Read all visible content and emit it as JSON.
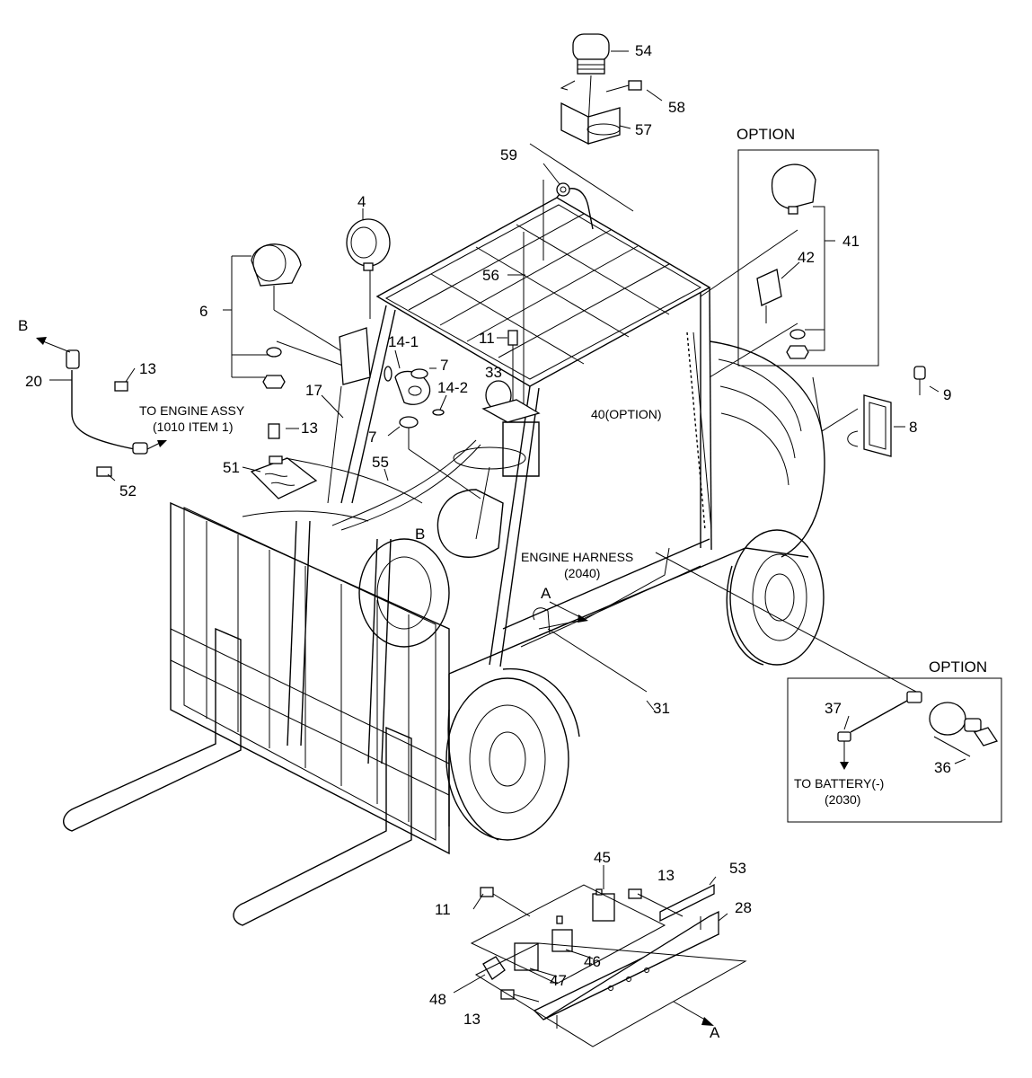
{
  "callouts": {
    "c54": "54",
    "c58": "58",
    "c57": "57",
    "c59": "59",
    "c4": "4",
    "c6": "6",
    "c56": "56",
    "c11a": "11",
    "c14_1": "14-1",
    "c7a": "7",
    "c33": "33",
    "c14_2": "14-2",
    "c7b": "7",
    "c17": "17",
    "c13a": "13",
    "c13b": "13",
    "c20": "20",
    "c52": "52",
    "c51": "51",
    "c55": "55",
    "cB1": "B",
    "cB2": "B",
    "c41": "41",
    "c42": "42",
    "c9": "9",
    "c8": "8",
    "c40": "40(OPTION)",
    "cA1": "A",
    "c31": "31",
    "c37": "37",
    "c36": "36",
    "c45": "45",
    "c53": "53",
    "c13c": "13",
    "c11b": "11",
    "c28": "28",
    "c46": "46",
    "c47": "47",
    "c48": "48",
    "c13d": "13",
    "cA2": "A"
  },
  "notes": {
    "option_top": "OPTION",
    "option_bottom": "OPTION",
    "to_engine_line1": "TO ENGINE ASSY",
    "to_engine_line2": "(1010 ITEM 1)",
    "engine_harness_line1": "ENGINE HARNESS",
    "engine_harness_line2": "(2040)",
    "to_battery_line1": "TO BATTERY(-)",
    "to_battery_line2": "(2030)"
  }
}
